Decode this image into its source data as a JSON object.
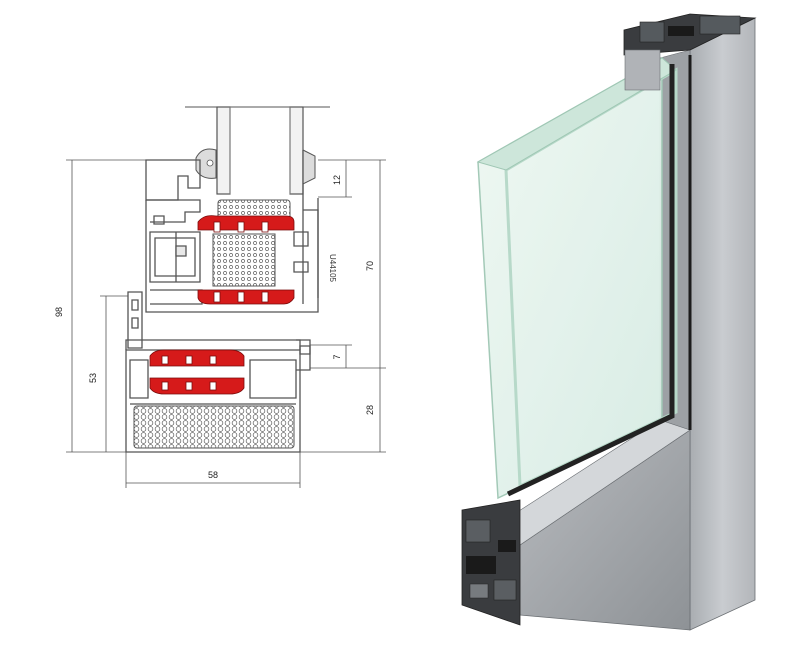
{
  "section_drawing": {
    "dimensions": {
      "overall_height": "98",
      "sash_height": "53",
      "glazing_rebate": "12",
      "frame_height": "70",
      "bottom_rebate": "7",
      "sill_height": "28",
      "sash_width": "58"
    },
    "profile_code": "U44105"
  },
  "colors": {
    "thermal_break": "#d61a1a",
    "profile_line": "#555555",
    "glass": "#e6f4ee",
    "aluminium_light": "#c9ccd0",
    "aluminium_dark": "#8e9296"
  }
}
